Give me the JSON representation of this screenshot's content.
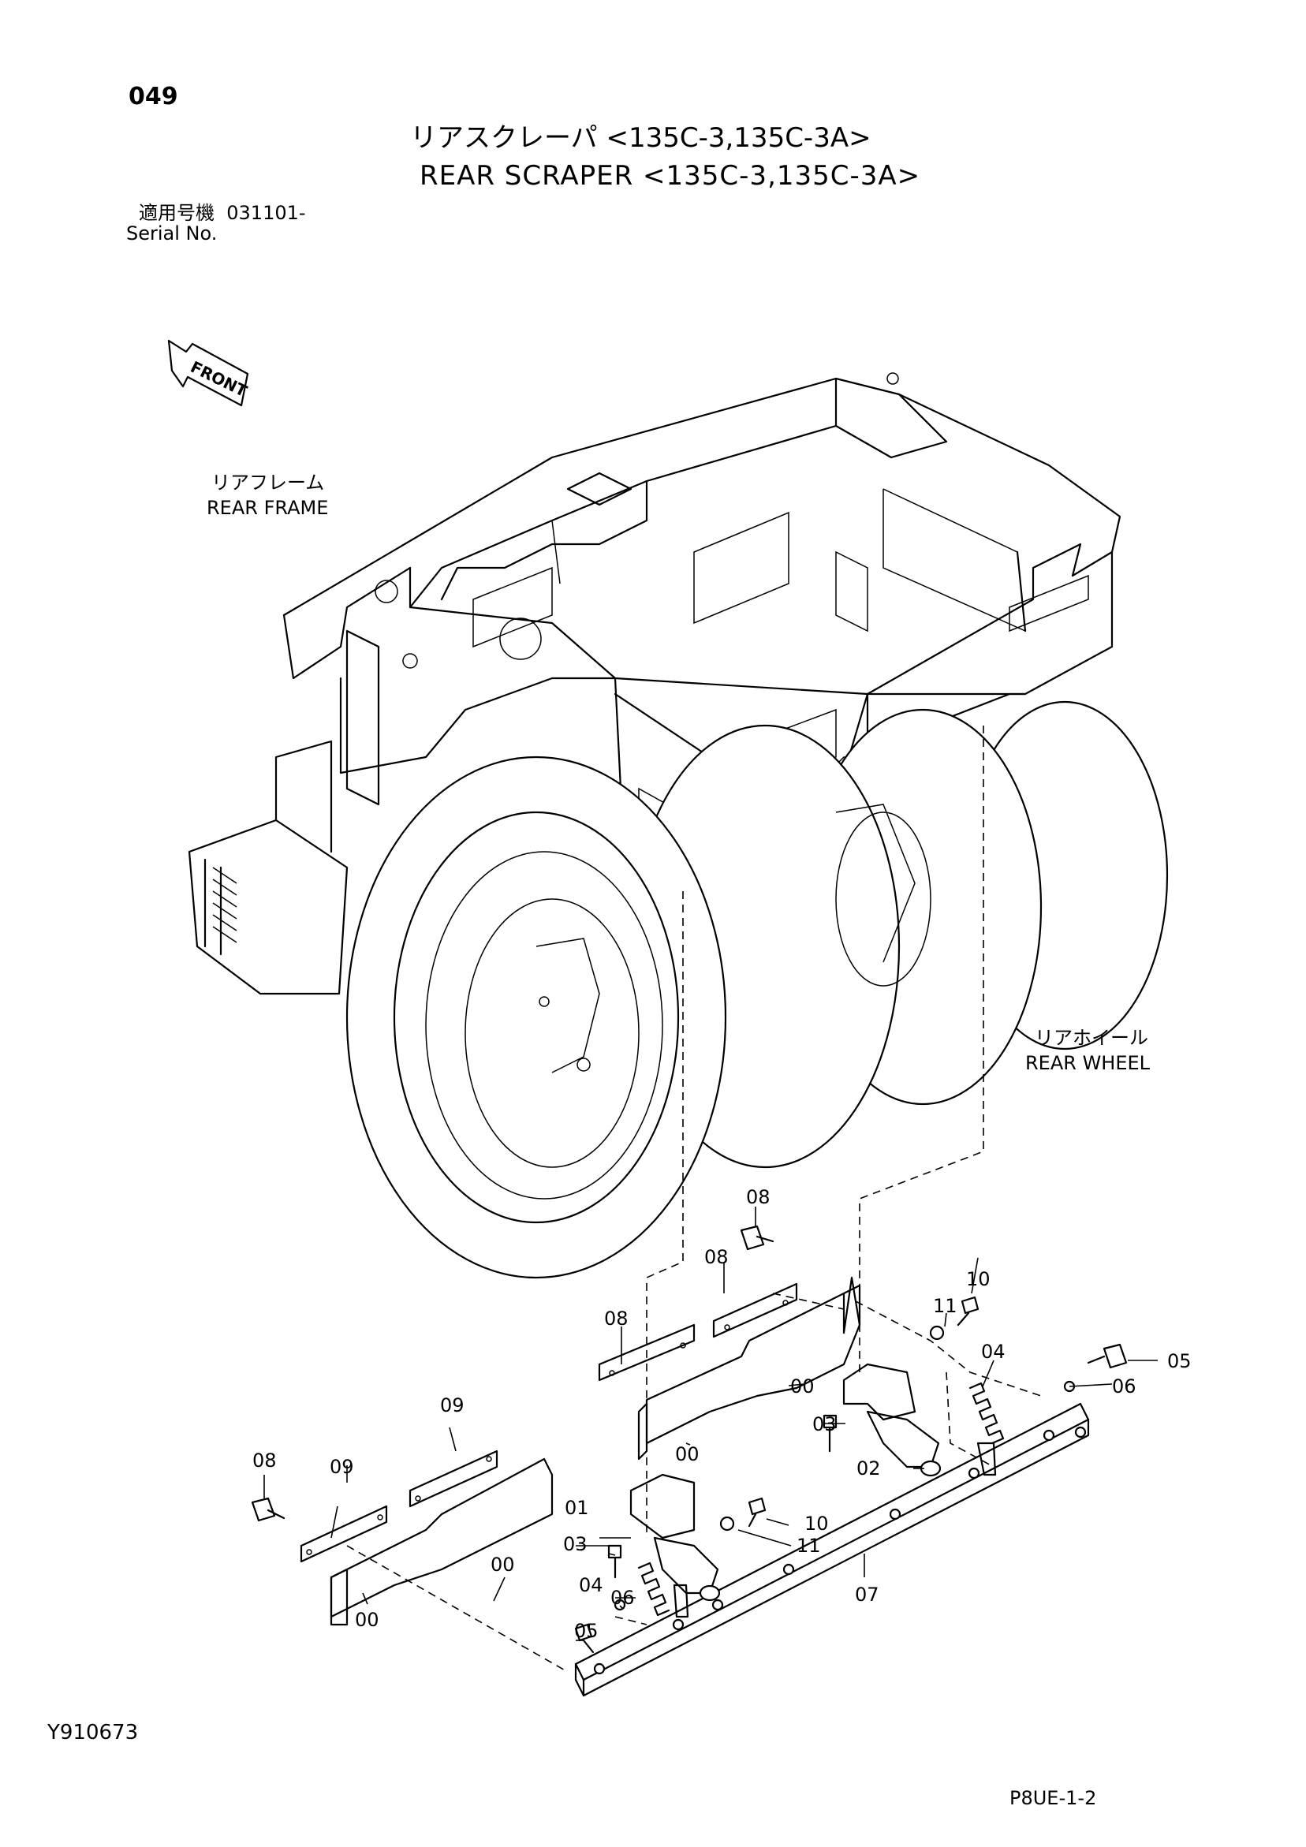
{
  "page_number": "049",
  "title_jp": "リアスクレーパ <135C-3,135C-3A>",
  "title_en": "REAR SCRAPER <135C-3,135C-3A>",
  "serial_label_jp": "適用号機",
  "serial_value": "031101-",
  "serial_label_en": "Serial No.",
  "front_label": "FRONT",
  "labels": {
    "rear_frame_jp": "リアフレーム",
    "rear_frame_en": "REAR FRAME",
    "rear_wheel_jp": "リアホイール",
    "rear_wheel_en": "REAR WHEEL"
  },
  "callouts": [
    "00",
    "01",
    "02",
    "03",
    "04",
    "05",
    "06",
    "07",
    "08",
    "09",
    "10",
    "11"
  ],
  "footer_left": "Y910673",
  "footer_right": "P8UE-1-2"
}
